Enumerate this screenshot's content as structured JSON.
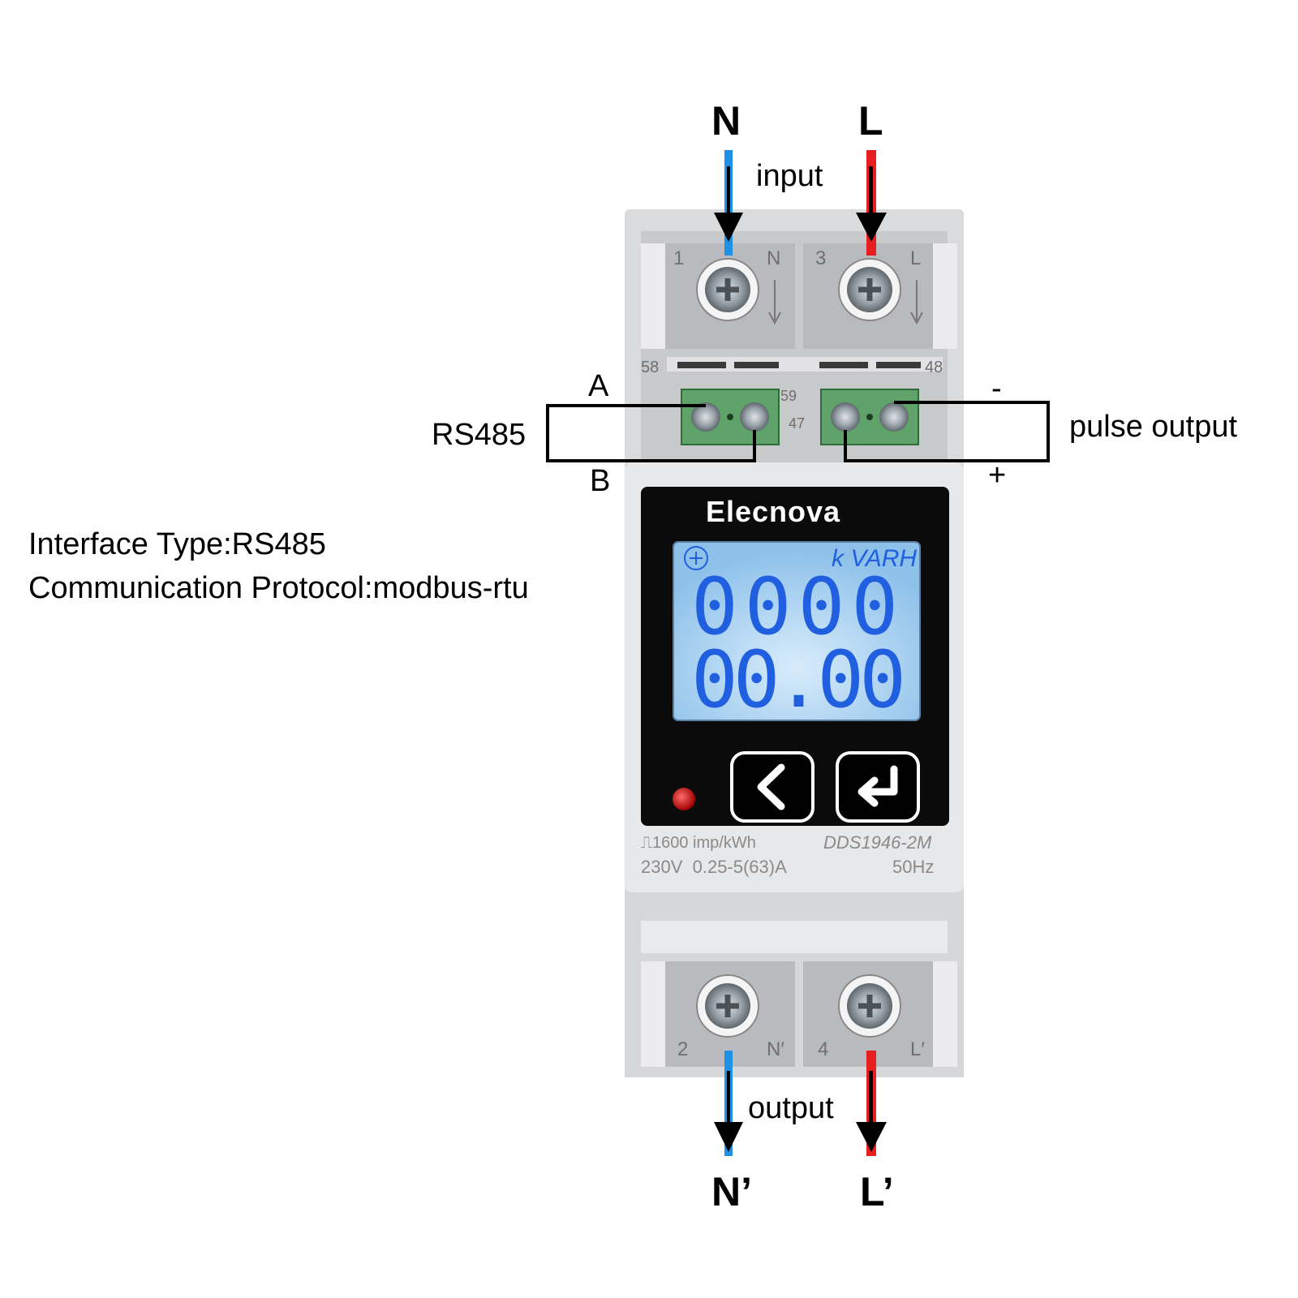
{
  "wiring": {
    "input_neutral": "N",
    "input_line": "L",
    "input_label": "input",
    "output_neutral": "N’",
    "output_line": "L’",
    "output_label": "output",
    "rs485_label": "RS485",
    "rs485_a": "A",
    "rs485_b": "B",
    "pulse_label": "pulse output",
    "pulse_minus": "-",
    "pulse_plus": "+",
    "neutral_color": "#1e90e6",
    "line_color": "#e61e1e"
  },
  "info": {
    "interface_type": "Interface Type:RS485",
    "protocol": "Communication Protocol:modbus-rtu"
  },
  "meter": {
    "brand": "Elecnova",
    "unit": "k VARH",
    "digits_top": "0000",
    "digits_bottom": "00.00",
    "constant": "1600 imp/kWh",
    "model": "DDS1946-2M",
    "rating": "230V  0.25-5(63)A",
    "frequency": "50Hz",
    "terminals_top": {
      "t1": "1",
      "t1_name": "N",
      "t3": "3",
      "t3_name": "L",
      "left_code": "58",
      "right_code": "48",
      "mid_top": "59",
      "mid_bottom": "47"
    },
    "terminals_bottom": {
      "t2": "2",
      "t2_name": "N′",
      "t4": "4",
      "t4_name": "L′"
    },
    "button_back_icon": "chevron-left-icon",
    "button_enter_icon": "enter-return-icon",
    "lcd_color": "#a9d3f2",
    "digit_color": "#1f5fe0"
  }
}
